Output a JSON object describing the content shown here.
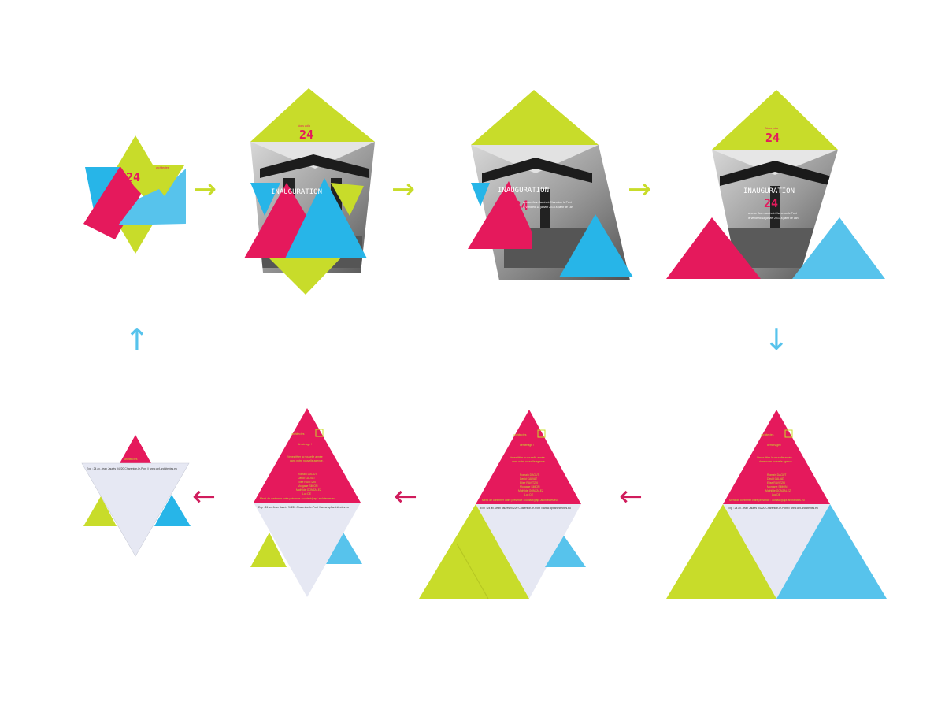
{
  "colors": {
    "magenta": "#e5195c",
    "lime": "#c8dc2a",
    "cyan": "#27b5e8",
    "light_blue": "#57c3ec",
    "pale": "#e6e8f3",
    "arrow_green": "#c8dc2a",
    "arrow_blue": "#57c3ec",
    "arrow_magenta": "#d01c5c",
    "photo_dark": "#3c3c3c",
    "photo_light": "#d0d0d0"
  },
  "icons": {
    "right_arrow": "→",
    "down_arrow": "↓",
    "left_arrow": "←",
    "up_arrow": "↑"
  },
  "card": {
    "brand": "architectes",
    "top_line": "Nous voila",
    "number": "24",
    "inauguration": "INAUGURATION",
    "inv_1": "avenue Jean Jaurès à Charenton le Pont",
    "inv_2": "le vendredi 18 janvier 2013 à partir de 18h",
    "demenage": "déménage !",
    "back_1": "Venez fêter la nouvelle année",
    "back_2": "dans notre nouvelle agence.",
    "names": [
      "Romain DAGUT",
      "David CALVAT",
      "Elise RAVITZKI",
      "Morgane SIMON",
      "Mathilde GONZALEZ",
      "Luc DE"
    ],
    "rsvp": "Merci de confirmer votre présence : contact@apf-architectes.eu",
    "address": "Exp : 24 av. Jean Jaurès 94220 Charenton-le-Pont // www.apf-architectes.eu"
  }
}
